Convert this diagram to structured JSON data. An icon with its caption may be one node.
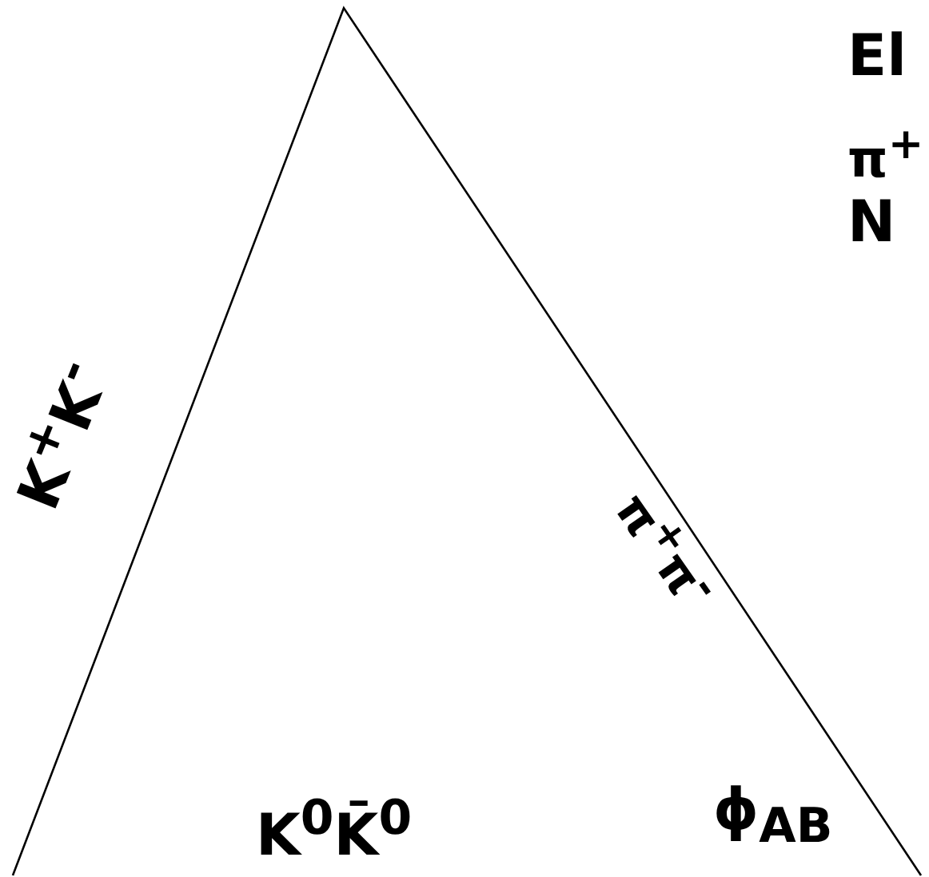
{
  "diagram": {
    "labels": [
      "El",
      "π$^{+}$",
      "N",
      "K$^{+}$K$^{-}$",
      "π$^{+}$π$^{-}$",
      "K$^{0}$K̄$^{0}$",
      "ϕ$_{AB}$"
    ]
  }
}
